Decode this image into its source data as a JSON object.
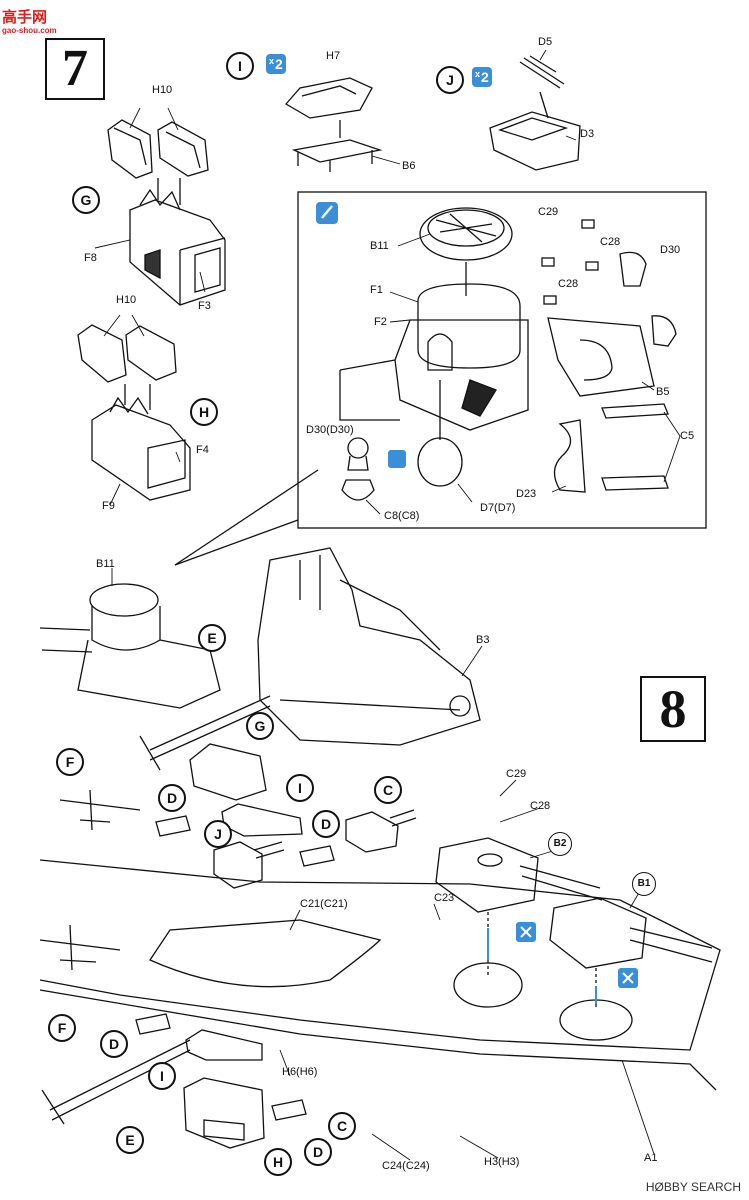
{
  "watermark": {
    "site_logo": "高手网",
    "site_url": "gao-shou.com",
    "bottom_right": "HØBBY SEARCH"
  },
  "steps": [
    "7",
    "8"
  ],
  "sub_assemblies": {
    "G": "G",
    "H": "H",
    "I": "I",
    "J": "J",
    "I_qty": "2",
    "J_qty": "2",
    "qty_prefix": "x"
  },
  "labels": {
    "H10_a": "H10",
    "H10_b": "H10",
    "F8": "F8",
    "F3": "F3",
    "F4": "F4",
    "F9": "F9",
    "H7": "H7",
    "B6": "B6",
    "D5": "D5",
    "D3": "D3",
    "B11_inset": "B11",
    "F1": "F1",
    "F2": "F2",
    "C29_inset": "C29",
    "C28_a": "C28",
    "C28_b": "C28",
    "D30": "D30",
    "B5": "B5",
    "C5": "C5",
    "D23": "D23",
    "D30_pair": "D30(D30)",
    "C8_pair": "C8(C8)",
    "D7_pair": "D7(D7)",
    "B11_main": "B11",
    "B3": "B3",
    "C29_main": "C29",
    "C28_main": "C28",
    "B2": "B2",
    "B1": "B1",
    "C23": "C23",
    "C21_pair": "C21(C21)",
    "H6_pair": "H6(H6)",
    "A1": "A1",
    "C24_pair": "C24(C24)",
    "H3_pair": "H3(H3)",
    "E_a": "E",
    "E_b": "E",
    "F_a": "F",
    "F_b": "F",
    "G_main": "G",
    "I_main_a": "I",
    "I_main_b": "I",
    "J_main": "J",
    "C_a": "C",
    "C_b": "C",
    "D_a": "D",
    "D_b": "D",
    "D_c": "D",
    "D_d": "D",
    "H_main": "H"
  }
}
